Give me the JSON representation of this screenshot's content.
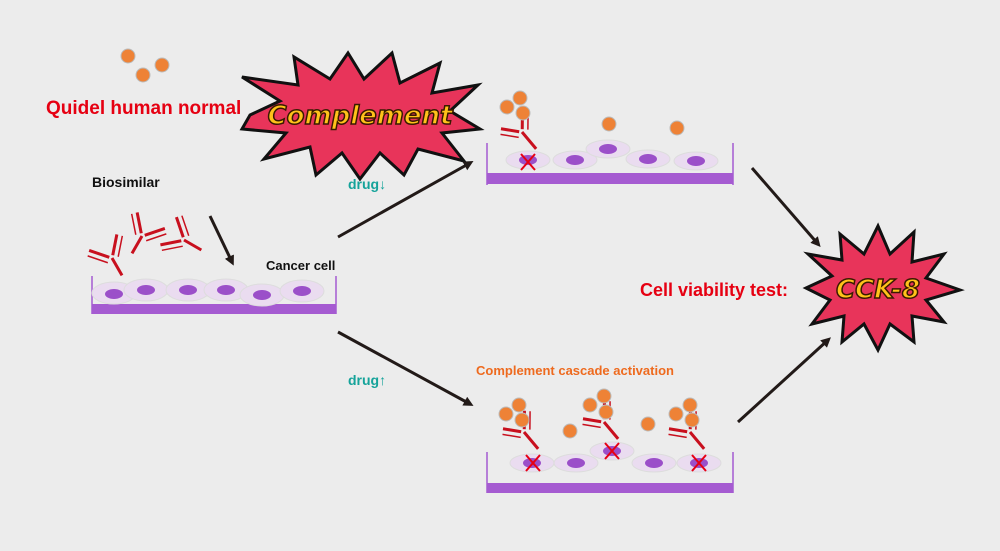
{
  "labels": {
    "quidel": "Quidel human normal",
    "complement_burst": "Complement",
    "biosimilar": "Biosimilar",
    "cancer_cell": "Cancer cell",
    "drug_down": "drug↓",
    "drug_up": "drug↑",
    "cascade": "Complement cascade activation",
    "viability": "Cell viability test:",
    "cck8_burst": "CCK-8"
  },
  "colors": {
    "background": "#ececec",
    "label_red": "#e60012",
    "drug_teal": "#15a39a",
    "cascade_orange": "#ee6a1e",
    "burst_fill": "#e8345a",
    "burst_text": "#ffc21a",
    "complement_dot": "#ee8236",
    "antibody": "#c8101e",
    "cell_body": "#eadcf0",
    "nucleus": "#9b4fc9",
    "plate": "#a55bd1",
    "arrow": "#221a18"
  }
}
